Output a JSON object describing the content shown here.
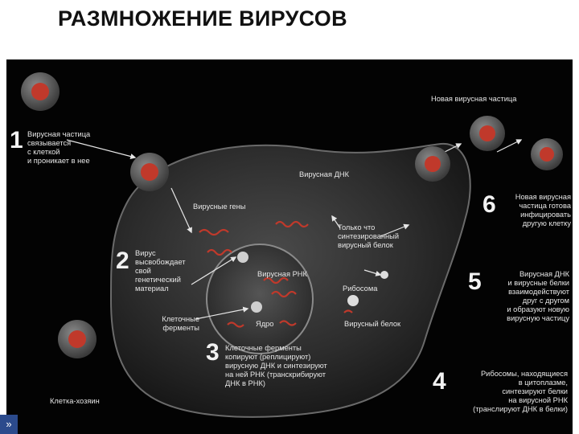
{
  "title": "РАЗМНОЖЕНИЕ ВИРУСОВ",
  "steps": [
    {
      "number": "1",
      "text": "Вирусная частица\nсвязывается\nс клеткой\nи проникает в нее"
    },
    {
      "number": "2",
      "text": "Вирус\nвысвобождает\nсвой\nгенетический\nматериал"
    },
    {
      "number": "3",
      "text": "Клеточные ферменты\nкопируют (реплицируют)\nвирусную ДНК и синтезируют\nна ней РНК (транскрибируют\nДНК в РНК)"
    },
    {
      "number": "4",
      "text": "Рибосомы, находящиеся\nв цитоплазме,\nсинтезируют белки\nна вирусной РНК\n(транслируют ДНК в белки)"
    },
    {
      "number": "5",
      "text": "Вирусная ДНК\nи вирусные белки\nвзаимодействуют\nдруг с другом\nи образуют новую\nвирусную частицу"
    },
    {
      "number": "6",
      "text": "Новая вирусная\nчастица готова\nинфицировать\nдругую клетку"
    }
  ],
  "labels": {
    "new_particle": "Новая вирусная частица",
    "viral_dna": "Вирусная ДНК",
    "viral_genes": "Вирусные гены",
    "new_protein": "Только что\nсинтезированный\nвирусный белок",
    "viral_rna": "Вирусная РНК",
    "ribosome": "Рибосома",
    "cell_enzymes": "Клеточные\nферменты",
    "nucleus": "Ядро",
    "viral_protein": "Вирусный белок",
    "host_cell": "Клетка-хозяин"
  },
  "colors": {
    "background": "#030303",
    "cell": "#3a3a3a",
    "virus_core": "#c0392b",
    "text": "#e6e6e6"
  },
  "icons": {
    "virus": "virus-particle-icon",
    "corner": "slide-nav-icon"
  }
}
